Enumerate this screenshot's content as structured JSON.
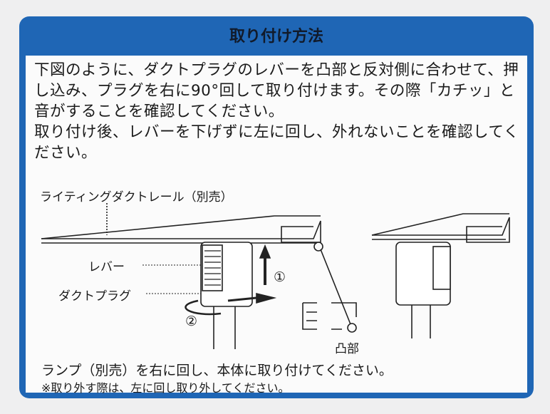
{
  "title": "取り付け方法",
  "instructions": [
    "下図のように、ダクトプラグのレバーを凸部と反対側に合わせて、押し込み、プラグを右に90°回して取り付けます。その際「カチッ」と音がすることを確認してください。",
    "取り付け後、レバーを下げずに左に回し、外れないことを確認してください。"
  ],
  "diagram": {
    "rail_label": "ライティングダクトレール（別売）",
    "lever_label": "レバー",
    "plug_label": "ダクトプラグ",
    "step1": "①",
    "step2": "②",
    "protrusion_label": "凸部"
  },
  "notes": {
    "lamp": "ランプ（別売）を右に回し、本体に取り付けてください。",
    "removal": "※取り外す際は、左に回し取り外してください。"
  },
  "colors": {
    "frame": "#1f66b5"
  }
}
